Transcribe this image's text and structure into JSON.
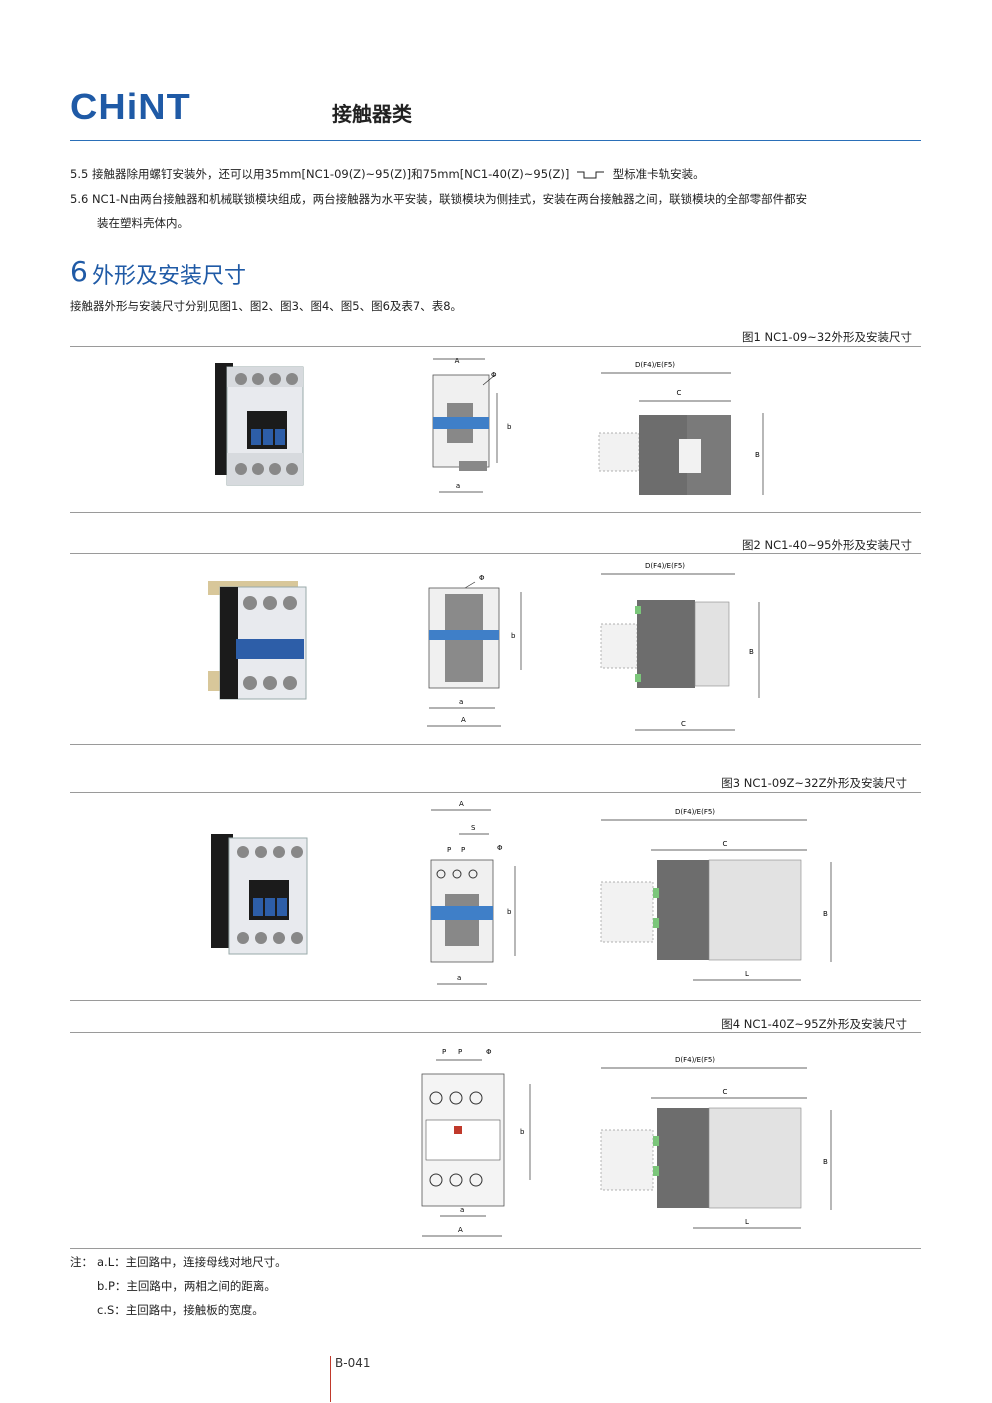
{
  "header": {
    "logo": "CHiNT",
    "title": "接触器类"
  },
  "paragraphs": {
    "p55_a": "5.5 接触器除用螺钉安装外，还可以用35mm[NC1-09(Z)~95(Z)]和75mm[NC1-40(Z)~95(Z)]",
    "p55_b": "型标准卡轨安装。",
    "p56_line1": "5.6 NC1-N由两台接触器和机械联锁模块组成，两台接触器为水平安装，联锁模块为侧挂式，安装在两台接触器之间，联锁模块的全部零部件都安",
    "p56_line2": "装在塑料壳体内。"
  },
  "section": {
    "number": "6",
    "title": "外形及安装尺寸",
    "intro": "接触器外形与安装尺寸分别见图1、图2、图3、图4、图5、图6及表7、表8。"
  },
  "figures": [
    {
      "caption": "图1 NC1-09~32外形及安装尺寸",
      "labels": {
        "top": "A",
        "phi": "Φ",
        "side": "b",
        "bottom": "a",
        "depth": "D(F4)/E(F5)",
        "c": "C",
        "height": "B"
      }
    },
    {
      "caption": "图2 NC1-40~95外形及安装尺寸",
      "labels": {
        "phi": "Φ",
        "side": "b",
        "a": "a",
        "A": "A",
        "depth": "D(F4)/E(F5)",
        "height": "B",
        "c": "C"
      }
    },
    {
      "caption": "图3 NC1-09Z~32Z外形及安装尺寸",
      "labels": {
        "A": "A",
        "S": "S",
        "P1": "P",
        "P2": "P",
        "phi": "Φ",
        "side": "b",
        "a": "a",
        "depth": "D(F4)/E(F5)",
        "c": "C",
        "height": "B",
        "L": "L"
      }
    },
    {
      "caption": "图4 NC1-40Z~95Z外形及安装尺寸",
      "labels": {
        "P1": "P",
        "P2": "P",
        "phi": "Φ",
        "side": "b",
        "a": "a",
        "A": "A",
        "depth": "D(F4)/E(F5)",
        "c": "C",
        "height": "B",
        "L": "L"
      }
    }
  ],
  "notes": {
    "prefix": "注：",
    "a": "a.L：主回路中，连接母线对地尺寸。",
    "b": "b.P：主回路中，两相之间的距离。",
    "c": "c.S：主回路中，接触板的宽度。"
  },
  "footer": {
    "page": "B-041"
  },
  "colors": {
    "brand_blue": "#1f5aa6",
    "rule_blue": "#2a6fb8",
    "accent_red": "#c0392b",
    "part_gray": "#6d6d6d",
    "part_blue": "#3f7fc8"
  }
}
